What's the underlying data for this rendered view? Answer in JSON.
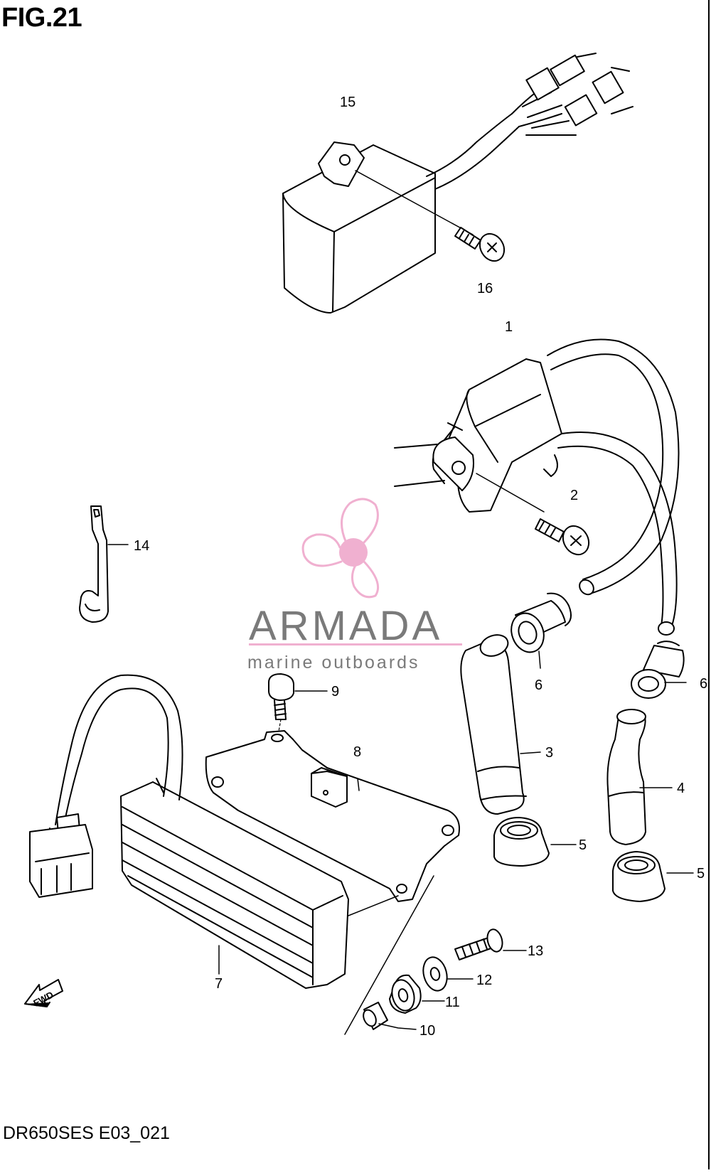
{
  "figure": {
    "title": "FIG.21",
    "model_code": "DR650SES E03_021"
  },
  "watermark": {
    "brand": "ARMADA",
    "tagline": "marine outboards",
    "brand_color": "#7a7a7a",
    "accent_color": "#f0b0d0",
    "logo_icon": "propeller-icon"
  },
  "fwd_badge": "FWD",
  "callouts": [
    "1",
    "2",
    "3",
    "4",
    "5",
    "5",
    "6",
    "6",
    "7",
    "8",
    "9",
    "10",
    "11",
    "12",
    "13",
    "14",
    "15",
    "16"
  ]
}
